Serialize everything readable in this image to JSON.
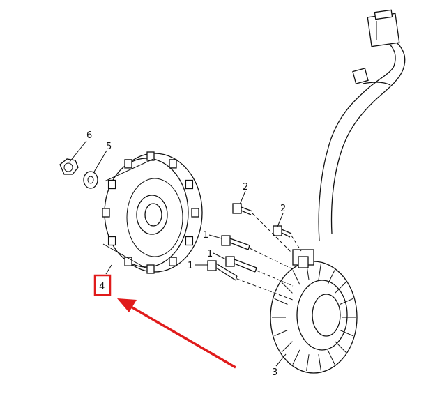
{
  "diagram": {
    "colors": {
      "line": "#111111",
      "highlight": "#e01b1b",
      "background": "#ffffff"
    },
    "callouts": {
      "flywheel": "4",
      "stator": "3",
      "nut": "6",
      "washer": "5",
      "long_bolt_a": "1",
      "long_bolt_b": "1",
      "long_bolt_c": "1",
      "short_bolt_a": "2",
      "short_bolt_b": "2"
    },
    "highlighted_part": "4",
    "arrow_icon": "red-arrow-pointing-up-left"
  }
}
